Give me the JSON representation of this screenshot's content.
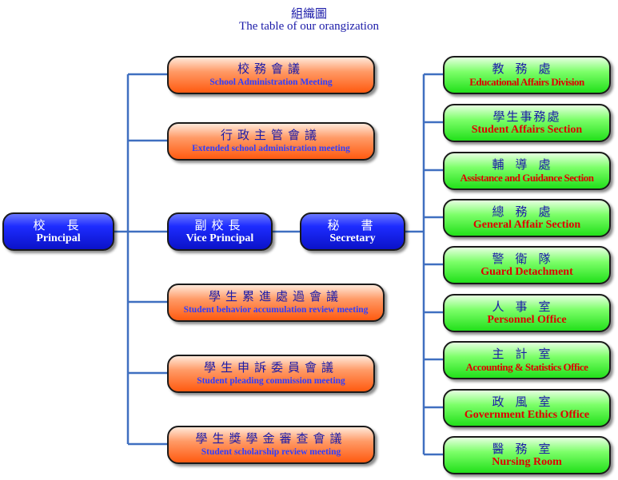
{
  "title": {
    "zh": "組織圖",
    "en": "The table of our orangization"
  },
  "principal": {
    "zh": "校　長",
    "en": "Principal"
  },
  "vice_principal": {
    "zh": "副校長",
    "en": "Vice Principal"
  },
  "secretary": {
    "zh": "秘　書",
    "en": "Secretary"
  },
  "meetings": [
    {
      "zh": "校務會議",
      "en": "School Administration Meeting"
    },
    {
      "zh": "行政主管會議",
      "en": "Extended school administration meeting"
    },
    {
      "zh": "學生累進處過會議",
      "en": "Student behavior accumulation review meeting"
    },
    {
      "zh": "學生申訴委員會議",
      "en": "Student pleading commission meeting"
    },
    {
      "zh": "學生獎學金審查會議",
      "en": "Student scholarship review meeting"
    }
  ],
  "offices": [
    {
      "zh": "教務處",
      "en": "Educational Affairs Division"
    },
    {
      "zh": "學生事務處",
      "en": "Student Affairs Section"
    },
    {
      "zh": "輔導處",
      "en": "Assistance and Guidance Section"
    },
    {
      "zh": "總務處",
      "en": "General Affair Section"
    },
    {
      "zh": "警衛隊",
      "en": "Guard Detachment"
    },
    {
      "zh": "人事室",
      "en": "Personnel Office"
    },
    {
      "zh": "主計室",
      "en": "Accounting & Statistics Office"
    },
    {
      "zh": "政風室",
      "en": "Government Ethics Office"
    },
    {
      "zh": "醫務室",
      "en": "Nursing Room"
    }
  ],
  "colors": {
    "connector": "#3f6fc0",
    "primary": "#1d2cff",
    "meeting": "#ff6a20",
    "office": "#33ee22"
  }
}
